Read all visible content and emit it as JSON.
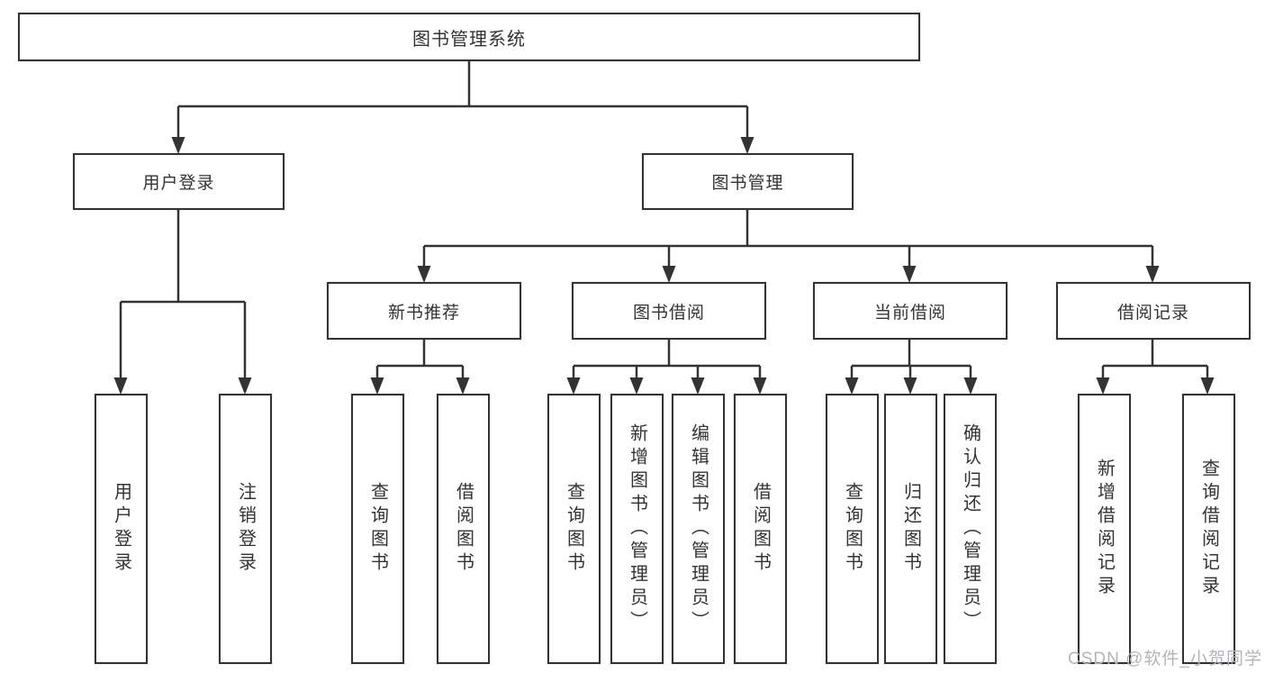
{
  "style": {
    "line_color": "#333333",
    "box_background": "#ffffff",
    "text_color": "#333333",
    "watermark_color": "#b4b4ba"
  },
  "tree": {
    "root": {
      "label": "图书管理系统"
    },
    "children": [
      {
        "label": "用户登录",
        "children": [
          {
            "label": "用户登录"
          },
          {
            "label": "注销登录"
          }
        ]
      },
      {
        "label": "图书管理",
        "children": [
          {
            "label": "新书推荐",
            "children": [
              {
                "label": "查询图书"
              },
              {
                "label": "借阅图书"
              }
            ]
          },
          {
            "label": "图书借阅",
            "children": [
              {
                "label": "查询图书"
              },
              {
                "label": "新增图书（管理员）"
              },
              {
                "label": "编辑图书（管理员）"
              },
              {
                "label": "借阅图书"
              }
            ]
          },
          {
            "label": "当前借阅",
            "children": [
              {
                "label": "查询图书"
              },
              {
                "label": "归还图书"
              },
              {
                "label": "确认归还（管理员）"
              }
            ]
          },
          {
            "label": "借阅记录",
            "children": [
              {
                "label": "新增借阅记录"
              },
              {
                "label": "查询借阅记录"
              }
            ]
          }
        ]
      }
    ]
  },
  "watermark": {
    "text": "CSDN @软件_小贺同学"
  }
}
